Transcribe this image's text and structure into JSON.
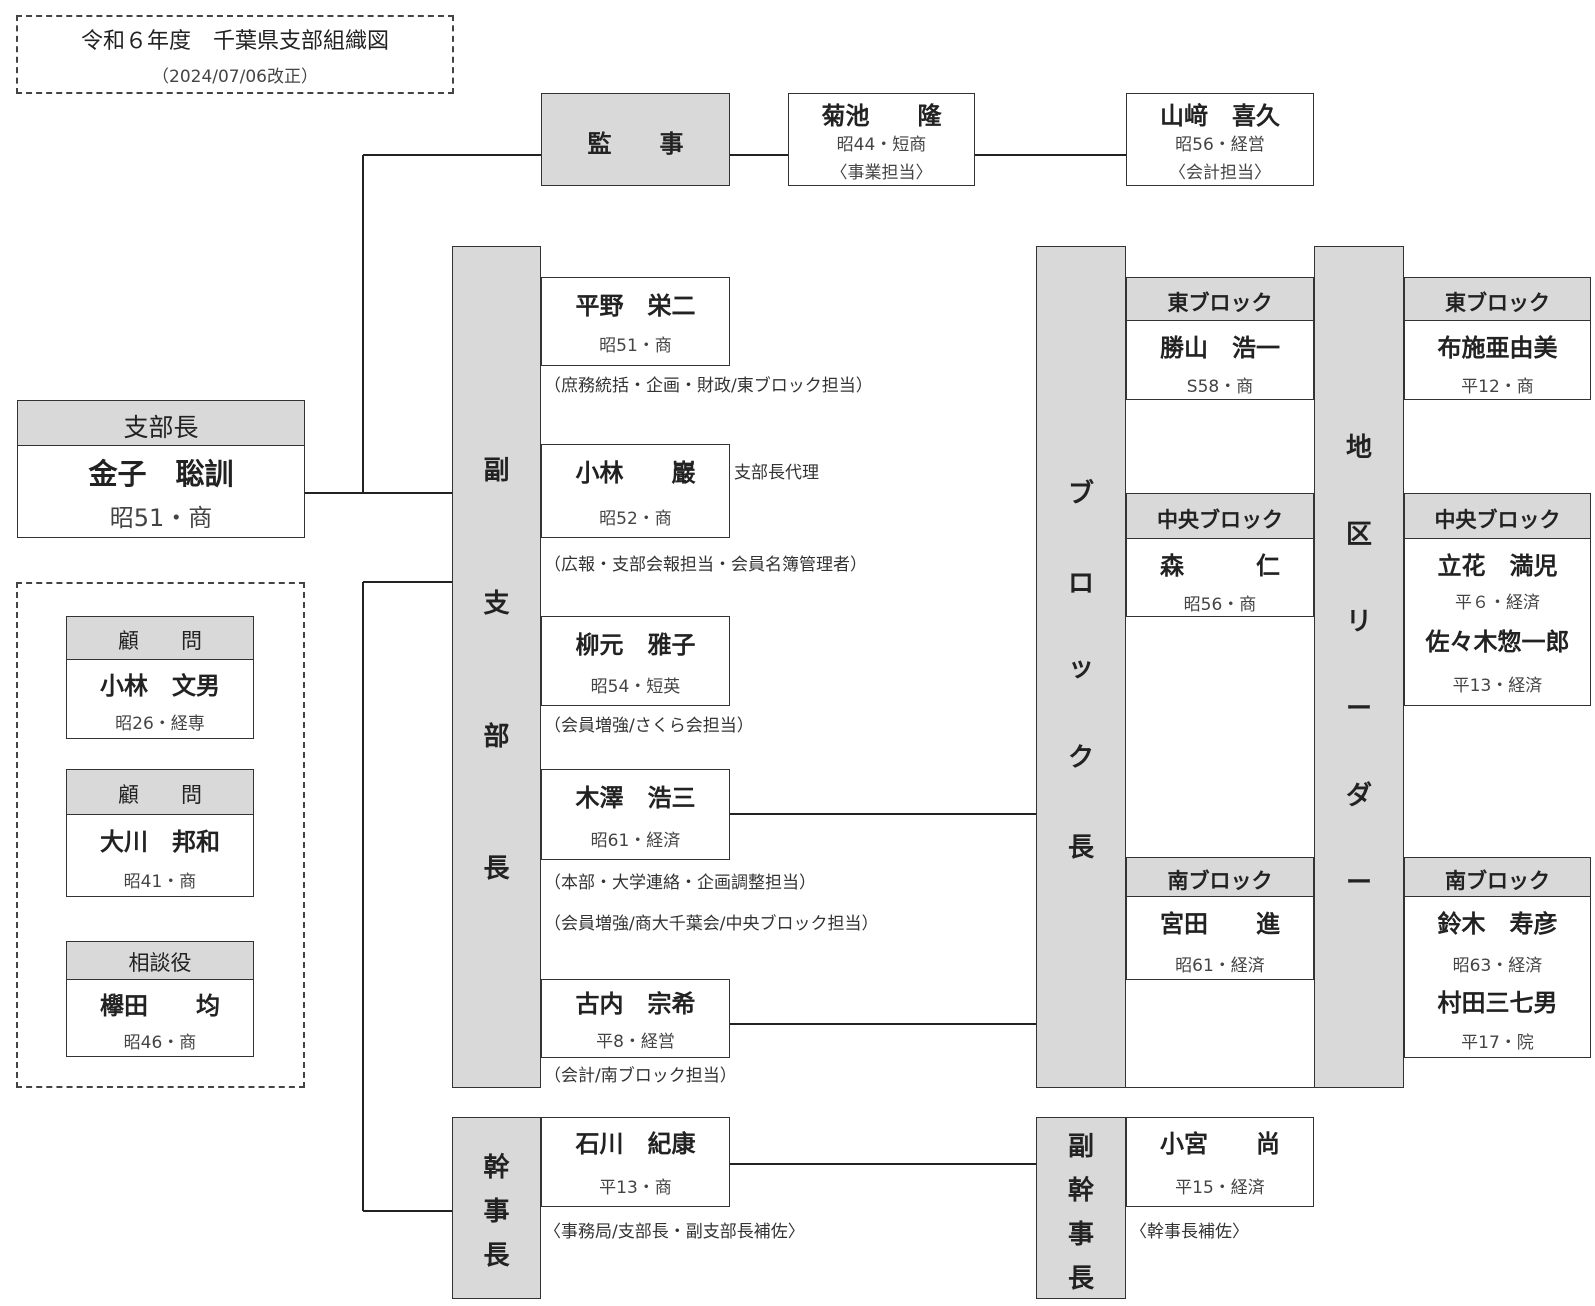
{
  "title": {
    "line1": "令和６年度　千葉県支部組織図",
    "line2": "（2024/07/06改正）"
  },
  "auditors": {
    "label": "監　　事",
    "a1": {
      "name": "菊池　　隆",
      "sub": "昭44・短商",
      "role": "〈事業担当〉"
    },
    "a2": {
      "name": "山﨑　喜久",
      "sub": "昭56・経営",
      "role": "〈会計担当〉"
    }
  },
  "chief": {
    "label": "支部長",
    "name": "金子　聡訓",
    "sub": "昭51・商"
  },
  "advisors": [
    {
      "label": "顧　　問",
      "name": "小林　文男",
      "sub": "昭26・経専"
    },
    {
      "label": "顧　　問",
      "name": "大川　邦和",
      "sub": "昭41・商"
    },
    {
      "label": "相談役",
      "name": "欅田　　均",
      "sub": "昭46・商"
    }
  ],
  "vice": {
    "label": [
      "副",
      "支",
      "部",
      "長"
    ],
    "members": [
      {
        "name": "平野　栄二",
        "sub": "昭51・商",
        "role": "（庶務統括・企画・財政/東ブロック担当）"
      },
      {
        "name": "小林　　巖",
        "sub": "昭52・商",
        "extra": "支部長代理",
        "role": "（広報・支部会報担当・会員名簿管理者）"
      },
      {
        "name": "柳元　雅子",
        "sub": "昭54・短英",
        "role": "（会員増強/さくら会担当）"
      },
      {
        "name": "木澤　浩三",
        "sub": "昭61・経済",
        "role": "（本部・大学連絡・企画調整担当）",
        "role2": "（会員増強/商大千葉会/中央ブロック担当）"
      },
      {
        "name": "古内　宗希",
        "sub": "平8・経営",
        "role": "（会計/南ブロック担当）"
      }
    ]
  },
  "block_chief": {
    "label": [
      "ブ",
      "ロ",
      "ッ",
      "ク",
      "長"
    ]
  },
  "blocks": [
    {
      "header": "東ブロック",
      "name": "勝山　浩一",
      "sub": "S58・商"
    },
    {
      "header": "中央ブロック",
      "name": "森　　　仁",
      "sub": "昭56・商"
    },
    {
      "header": "南ブロック",
      "name": "宮田　　進",
      "sub": "昭61・経済"
    }
  ],
  "leader": {
    "label": [
      "地",
      "区",
      "リ",
      "ー",
      "ダ",
      "ー"
    ]
  },
  "leaders": [
    {
      "header": "東ブロック",
      "people": [
        {
          "name": "布施亜由美",
          "sub": "平12・商"
        }
      ]
    },
    {
      "header": "中央ブロック",
      "people": [
        {
          "name": "立花　満児",
          "sub": "平６・経済"
        },
        {
          "name": "佐々木惣一郎",
          "sub": "平13・経済"
        }
      ]
    },
    {
      "header": "南ブロック",
      "people": [
        {
          "name": "鈴木　寿彦",
          "sub": "昭63・経済"
        },
        {
          "name": "村田三七男",
          "sub": "平17・院"
        }
      ]
    }
  ],
  "secretary": {
    "label": [
      "幹",
      "事",
      "長"
    ],
    "name": "石川　紀康",
    "sub": "平13・商",
    "role": "〈事務局/支部長・副支部長補佐〉"
  },
  "vice_secretary": {
    "label": [
      "副",
      "幹",
      "事",
      "長"
    ],
    "name": "小宮　　尚",
    "sub": "平15・経済",
    "role": "〈幹事長補佐〉"
  }
}
